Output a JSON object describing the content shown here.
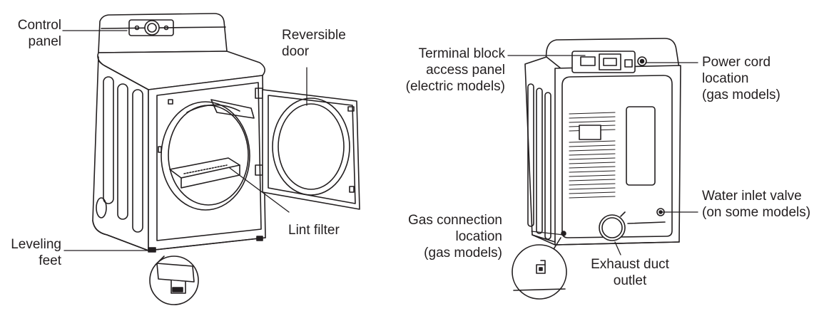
{
  "left_view": {
    "callouts": {
      "control_panel": [
        "Control",
        "panel"
      ],
      "reversible_door": [
        "Reversible",
        "door"
      ],
      "lint_filter": [
        "Lint filter"
      ],
      "leveling_feet": [
        "Leveling",
        "feet"
      ]
    }
  },
  "right_view": {
    "callouts": {
      "terminal_block": [
        "Terminal block",
        "access panel",
        "(electric models)"
      ],
      "power_cord": [
        "Power cord",
        "location",
        "(gas models)"
      ],
      "water_inlet": [
        "Water inlet valve",
        "(on some models)"
      ],
      "gas_connection": [
        "Gas connection",
        "location",
        "(gas models)"
      ],
      "exhaust_duct": [
        "Exhaust duct",
        "outlet"
      ]
    }
  }
}
